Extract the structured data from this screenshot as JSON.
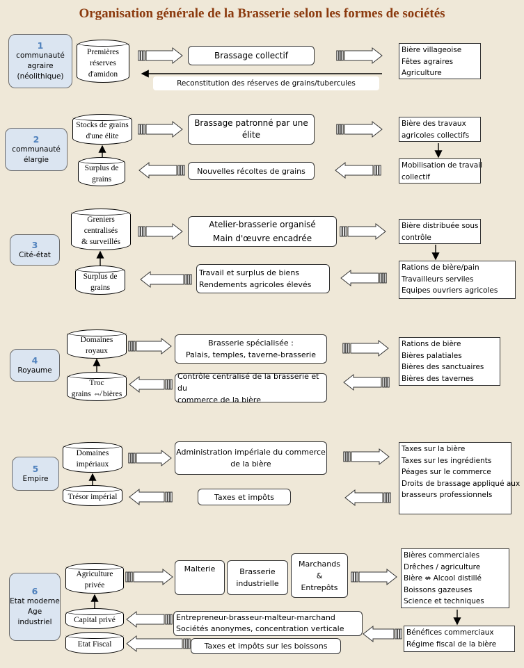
{
  "title": "Organisation générale de la Brasserie selon les formes de sociétés",
  "stages": [
    {
      "number": "1",
      "name_lines": [
        "communauté",
        "agraire",
        "(néolithique)"
      ],
      "stores": [
        {
          "lines": [
            "Premières",
            "réserves",
            "d'amidon"
          ]
        }
      ],
      "process": {
        "lines": [
          "Brassage collectif"
        ]
      },
      "feedback": {
        "lines": [
          "Reconstitution des réserves de grains/tubercules"
        ]
      },
      "outputs": [
        {
          "lines": [
            "Bière villageoise",
            "Fêtes agraires",
            "Agriculture"
          ]
        }
      ]
    },
    {
      "number": "2",
      "name_lines": [
        "communauté",
        "élargie"
      ],
      "stores": [
        {
          "lines": [
            "Stocks de grains",
            "d'une élite"
          ]
        },
        {
          "lines": [
            "Surplus de",
            "grains"
          ]
        }
      ],
      "process": {
        "lines": [
          "Brassage patronné par une",
          "élite"
        ]
      },
      "feedback": {
        "lines": [
          "Nouvelles récoltes de grains"
        ]
      },
      "outputs": [
        {
          "lines": [
            "Bière des travaux",
            "agricoles collectifs"
          ]
        },
        {
          "lines": [
            "Mobilisation de travail",
            "collectif"
          ]
        }
      ]
    },
    {
      "number": "3",
      "name_lines": [
        "Cité-état"
      ],
      "stores": [
        {
          "lines": [
            "Greniers",
            "centralisés",
            "& surveillés"
          ]
        },
        {
          "lines": [
            "Surplus de",
            "grains"
          ]
        }
      ],
      "process": {
        "lines": [
          "Atelier-brasserie organisé",
          "Main d'œuvre encadrée"
        ]
      },
      "feedback": {
        "lines": [
          "Travail et surplus de biens",
          "Rendements agricoles élevés"
        ]
      },
      "outputs": [
        {
          "lines": [
            "Bière distribuée sous",
            "contrôle"
          ]
        },
        {
          "lines": [
            "Rations de bière/pain",
            "Travailleurs serviles",
            "Equipes ouvriers agricoles"
          ]
        }
      ]
    },
    {
      "number": "4",
      "name_lines": [
        "Royaume"
      ],
      "stores": [
        {
          "lines": [
            "Domaines",
            "royaux"
          ]
        },
        {
          "lines": [
            "Troc",
            "grains ⇎ bières"
          ]
        }
      ],
      "process": {
        "lines": [
          "Brasserie spécialisée :",
          "Palais, temples, taverne-brasserie"
        ]
      },
      "feedback": {
        "lines": [
          "Contrôle centralisé de la brasserie et du",
          "commerce de la bière"
        ]
      },
      "outputs": [
        {
          "lines": [
            "Rations de bière",
            "Bières palatiales",
            "Bières des sanctuaires",
            "Bières des tavernes"
          ]
        }
      ]
    },
    {
      "number": "5",
      "name_lines": [
        "Empire"
      ],
      "stores": [
        {
          "lines": [
            "Domaines",
            "impériaux"
          ]
        },
        {
          "lines": [
            "Trésor impérial"
          ]
        }
      ],
      "process": {
        "lines": [
          "Administration impériale du commerce",
          "de la bière"
        ]
      },
      "feedback": {
        "lines": [
          "Taxes et impôts"
        ]
      },
      "outputs": [
        {
          "lines": [
            "Taxes sur la bière",
            "Taxes sur les ingrédients",
            "Péages sur le commerce",
            "Droits de brassage appliqué aux",
            "brasseurs professionnels"
          ]
        }
      ]
    },
    {
      "number": "6",
      "name_lines": [
        "Etat moderne",
        "Age",
        "industriel"
      ],
      "stores": [
        {
          "lines": [
            "Agriculture",
            "privée"
          ]
        },
        {
          "lines": [
            "Capital privé"
          ]
        },
        {
          "lines": [
            "Etat Fiscal"
          ]
        }
      ],
      "processes": [
        {
          "lines": [
            "Malterie"
          ]
        },
        {
          "lines": [
            "Brasserie",
            "industrielle"
          ]
        },
        {
          "lines": [
            "Marchands",
            "&",
            "Entrepôts"
          ]
        }
      ],
      "feedback": {
        "lines": [
          "Entrepreneur-brasseur-malteur-marchand",
          "Sociétés anonymes, concentration verticale"
        ]
      },
      "feedback2": {
        "lines": [
          "Taxes et impôts sur les boissons"
        ]
      },
      "outputs": [
        {
          "lines": [
            "Bières commerciales",
            "Drêches / agriculture",
            "Bière ⇎ Alcool distillé",
            "Boissons gazeuses",
            "Science et techniques"
          ]
        },
        {
          "lines": [
            "Bénéfices commerciaux",
            "Régime fiscal de la bière"
          ]
        }
      ]
    }
  ]
}
